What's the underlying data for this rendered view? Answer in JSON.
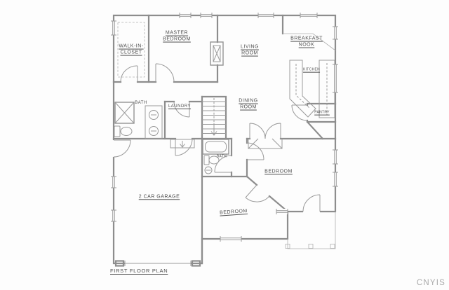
{
  "colors": {
    "wall": "#8d8d8d",
    "fixture": "#9a9a9a",
    "text": "#4f4f4f",
    "watermark": "#a9a9a9"
  },
  "labels": {
    "walk_in_closet": "WALK-IN-\nCLOSET",
    "master_bedroom": "MASTER\nBEDROOM",
    "living_room": "LIVING\nROOM",
    "breakfast_nook": "BREAKFAST\nNOOK",
    "kitchen": "KITCHEN",
    "pantry": "PANTRY",
    "dining_room": "DINING\nROOM",
    "bath_master": "BATH",
    "laundry": "LAUNDRY",
    "bath_hall": "BATH",
    "bedroom_right": "BEDROOM",
    "bedroom_lower": "BEDROOM",
    "garage": "2 CAR GARAGE"
  },
  "title": "FIRST FLOOR PLAN",
  "watermark": "CNYIS"
}
